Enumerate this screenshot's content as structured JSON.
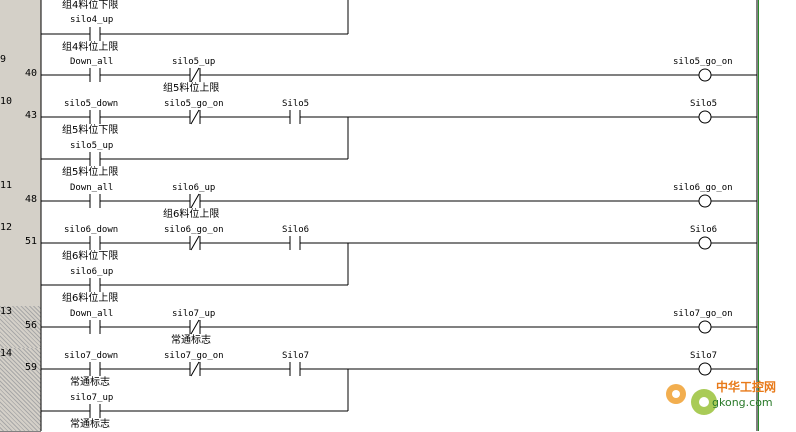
{
  "networks": [
    {
      "num": "9",
      "addr": "40"
    },
    {
      "num": "10",
      "addr": "43"
    },
    {
      "num": "11",
      "addr": "48"
    },
    {
      "num": "12",
      "addr": "51"
    },
    {
      "num": "13",
      "addr": "56"
    },
    {
      "num": "14",
      "addr": "59"
    }
  ],
  "top_partial": {
    "comment_1": "组4料位下限",
    "var_1": "silo4_up",
    "comment_2": "组4料位上限"
  },
  "rungs": {
    "n9": {
      "c1_var": "Down_all",
      "c2_var": "silo5_up",
      "c2_comment": "组5料位上限",
      "coil": "silo5_go_on"
    },
    "n10": {
      "c1_var": "silo5_down",
      "c2_var": "silo5_go_on",
      "c3_var": "Silo5",
      "coil": "Silo5",
      "c1_comment": "组5料位下限",
      "b_var": "silo5_up",
      "b_comment": "组5料位上限"
    },
    "n11": {
      "c1_var": "Down_all",
      "c2_var": "silo6_up",
      "c2_comment": "组6料位上限",
      "coil": "silo6_go_on"
    },
    "n12": {
      "c1_var": "silo6_down",
      "c2_var": "silo6_go_on",
      "c3_var": "Silo6",
      "coil": "Silo6",
      "c1_comment": "组6料位下限",
      "b_var": "silo6_up",
      "b_comment": "组6料位上限"
    },
    "n13": {
      "c1_var": "Down_all",
      "c2_var": "silo7_up",
      "c2_comment": "常通标志",
      "coil": "silo7_go_on"
    },
    "n14": {
      "c1_var": "silo7_down",
      "c2_var": "silo7_go_on",
      "c3_var": "Silo7",
      "coil": "Silo7",
      "c1_comment": "常通标志",
      "b_var": "silo7_up",
      "b_comment": "常通标志"
    }
  },
  "watermark": {
    "title": "中华工控网",
    "url": "gkong.com"
  },
  "colors": {
    "gutter": "#d4d0c8",
    "line": "#000000",
    "watermark_orange": "#e87a1a",
    "watermark_green": "#2a7a2a"
  }
}
